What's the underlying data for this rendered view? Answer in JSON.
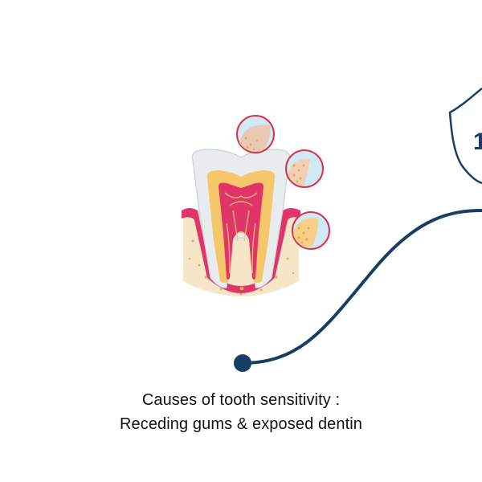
{
  "caption": {
    "line1": "Causes of tooth sensitivity :",
    "line2": "Receding gums & exposed dentin"
  },
  "badge": {
    "number": "1"
  },
  "colors": {
    "line": "#173f66",
    "gum": "#e0346a",
    "bone": "#f4e6c7",
    "enamel": "#e8ecef",
    "dentin": "#f6c66a",
    "pulp": "#e0346a",
    "bubble_fill": "#cfeaf5",
    "bubble_border": "#d7334b"
  },
  "icons": [
    "tooth-cross-section-illustration",
    "magnified-bubble-icon",
    "timeline-dot-icon",
    "shield-badge-icon"
  ]
}
